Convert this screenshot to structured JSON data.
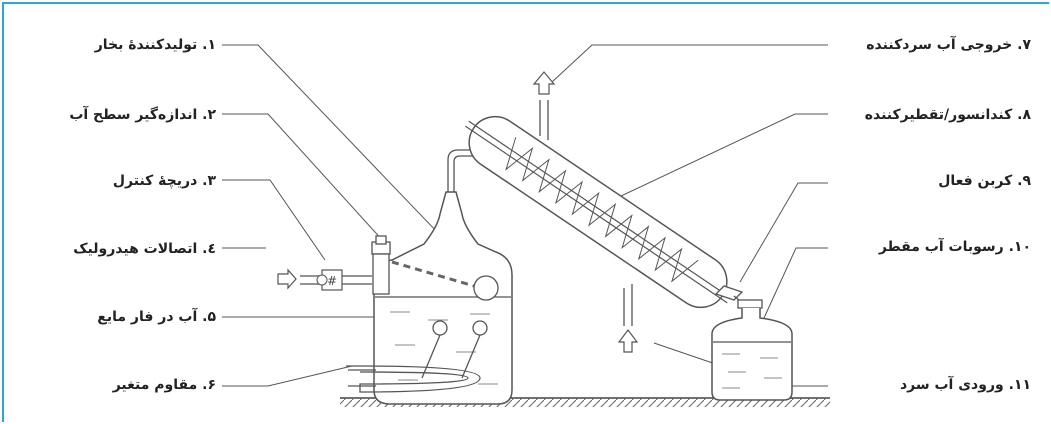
{
  "colors": {
    "frame_border": "#2aa7dc",
    "line": "#555555",
    "text": "#222222"
  },
  "labels": {
    "l1": "۱. تولیدکنندهٔ بخار",
    "l2": "۲. اندازه‌گیر سطح آب",
    "l3": "۳. دریچهٔ کنترل",
    "l4": "٤. اتصالات هیدرولیک",
    "l5": "۵. آب در فار مایع",
    "l6": "۶. مقاوم متغیر",
    "l7": "۷. خروجی آب سردکننده",
    "l8": "۸. کندانسور/تقطیرکننده",
    "l9": "۹. کربن فعال",
    "l10": "۱۰. رسوبات آب مقطر",
    "l11": "۱۱. ورودی آب سرد"
  }
}
